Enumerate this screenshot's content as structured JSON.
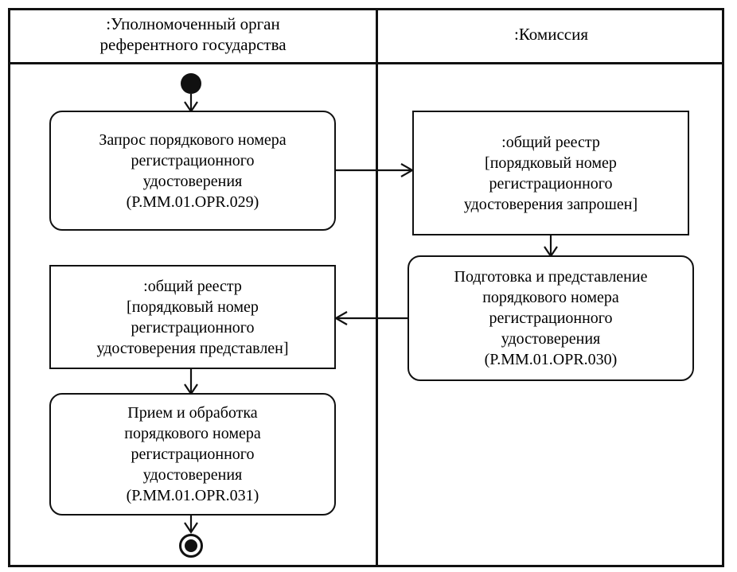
{
  "diagram": {
    "type": "uml-activity-diagram",
    "lanes": [
      {
        "id": "left",
        "title": ":Уполномоченный орган\nреферентного государства"
      },
      {
        "id": "right",
        "title": ":Комиссия"
      }
    ],
    "nodes": [
      {
        "id": "initial",
        "kind": "initial-node",
        "lane": "left",
        "label": ""
      },
      {
        "id": "action-029",
        "kind": "action",
        "lane": "left",
        "label": "Запрос порядкового номера\nрегистрационного\nудостоверения\n(P.MM.01.OPR.029)",
        "code": "P.MM.01.OPR.029"
      },
      {
        "id": "object-requested",
        "kind": "object",
        "lane": "right",
        "label": ":общий реестр\n[порядковый номер\nрегистрационного\nудостоверения запрошен]",
        "state": "порядковый номер регистрационного удостоверения запрошен"
      },
      {
        "id": "action-030",
        "kind": "action",
        "lane": "right",
        "label": "Подготовка и представление\nпорядкового номера\nрегистрационного\nудостоверения\n(P.MM.01.OPR.030)",
        "code": "P.MM.01.OPR.030"
      },
      {
        "id": "object-submitted",
        "kind": "object",
        "lane": "left",
        "label": ":общий реестр\n[порядковый номер\nрегистрационного\nудостоверения представлен]",
        "state": "порядковый номер регистрационного удостоверения представлен"
      },
      {
        "id": "action-031",
        "kind": "action",
        "lane": "left",
        "label": "Прием и обработка\nпорядкового номера\nрегистрационного\nудостоверения\n(P.MM.01.OPR.031)",
        "code": "P.MM.01.OPR.031"
      },
      {
        "id": "final",
        "kind": "final-node",
        "lane": "left",
        "label": ""
      }
    ],
    "edges": [
      {
        "id": "e1",
        "from": "initial",
        "to": "action-029",
        "direction": "down"
      },
      {
        "id": "e2",
        "from": "action-029",
        "to": "object-requested",
        "direction": "right"
      },
      {
        "id": "e3",
        "from": "object-requested",
        "to": "action-030",
        "direction": "down"
      },
      {
        "id": "e4",
        "from": "action-030",
        "to": "object-submitted",
        "direction": "left"
      },
      {
        "id": "e5",
        "from": "object-submitted",
        "to": "action-031",
        "direction": "down"
      },
      {
        "id": "e6",
        "from": "action-031",
        "to": "final",
        "direction": "down"
      }
    ],
    "colors": {
      "stroke": "#111111",
      "background": "#ffffff",
      "text": "#000000"
    }
  }
}
